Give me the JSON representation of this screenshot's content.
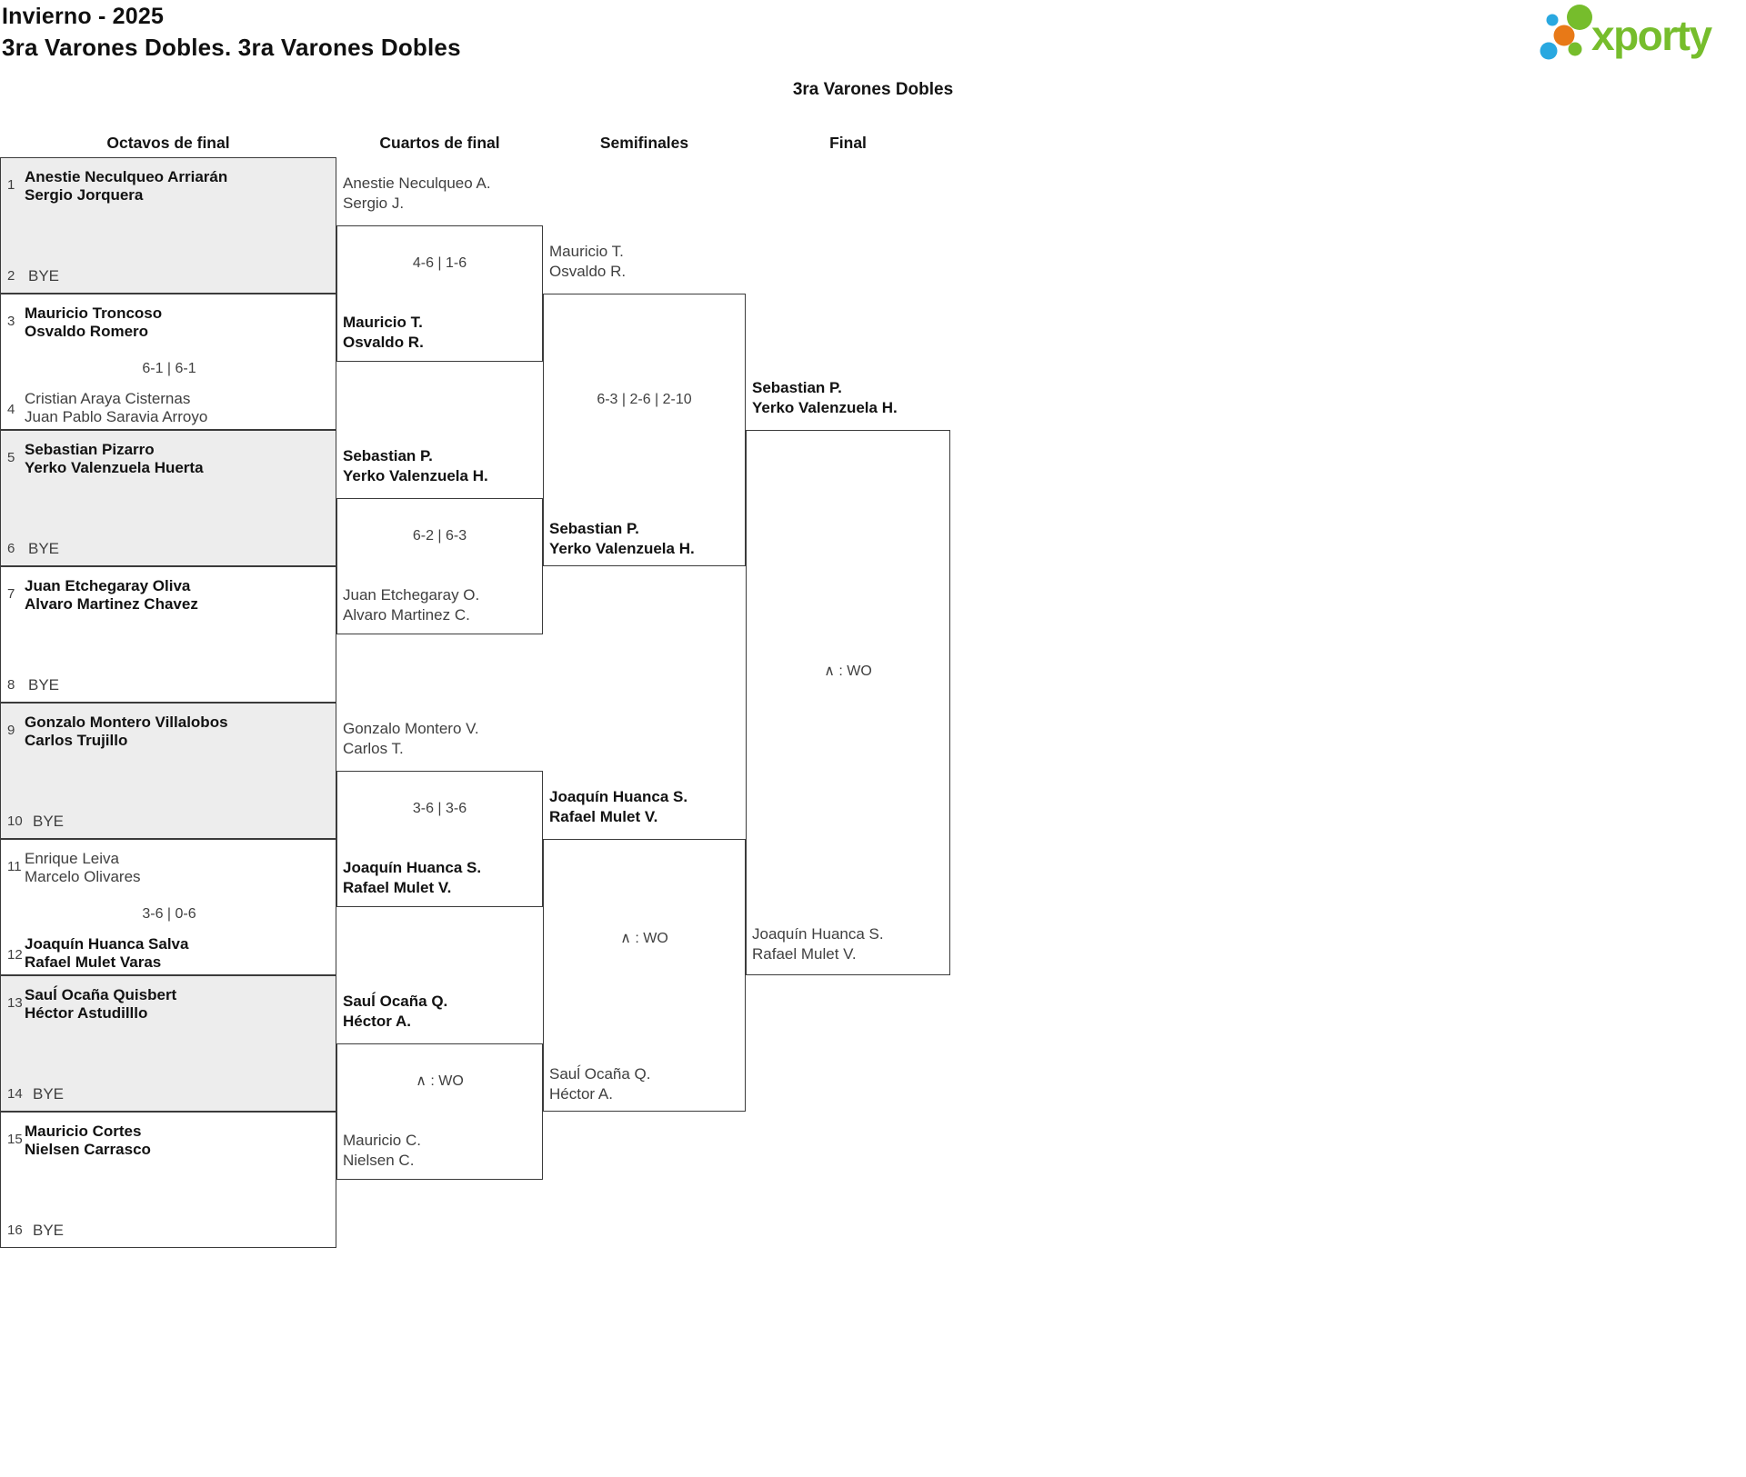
{
  "page_title": {
    "line1": "Invierno - 2025",
    "line2": "3ra Varones Dobles. 3ra Varones Dobles"
  },
  "logo": {
    "text": "xporty",
    "green": "#76bd2c",
    "orange": "#e87917",
    "blue": "#29a8e0"
  },
  "bracket": {
    "title": "3ra Varones Dobles",
    "rounds": [
      "Octavos de final",
      "Cuartos de final",
      "Semifinales",
      "Final"
    ],
    "r16": [
      {
        "seed_top": "1",
        "name_top1": "Anestie Neculqueo Arriarán",
        "name_top2": "Sergio Jorquera",
        "score": "",
        "seed_bot": "2",
        "name_bot1": "BYE",
        "name_bot2": ""
      },
      {
        "seed_top": "3",
        "name_top1": "Mauricio Troncoso",
        "name_top2": "Osvaldo Romero",
        "score": "6-1 | 6-1",
        "seed_bot": "4",
        "name_bot1": "Cristian Araya Cisternas",
        "name_bot2": "Juan Pablo Saravia Arroyo"
      },
      {
        "seed_top": "5",
        "name_top1": "Sebastian Pizarro",
        "name_top2": "Yerko Valenzuela Huerta",
        "score": "",
        "seed_bot": "6",
        "name_bot1": "BYE",
        "name_bot2": ""
      },
      {
        "seed_top": "7",
        "name_top1": "Juan Etchegaray Oliva",
        "name_top2": "Alvaro Martinez Chavez",
        "score": "",
        "seed_bot": "8",
        "name_bot1": "BYE",
        "name_bot2": ""
      },
      {
        "seed_top": "9",
        "name_top1": "Gonzalo Montero Villalobos",
        "name_top2": "Carlos Trujillo",
        "score": "",
        "seed_bot": "10",
        "name_bot1": "BYE",
        "name_bot2": ""
      },
      {
        "seed_top": "11",
        "name_top1": "Enrique Leiva",
        "name_top2": "Marcelo Olivares",
        "score": "3-6 | 0-6",
        "seed_bot": "12",
        "name_bot1": "Joaquín Huanca Salva",
        "name_bot2": "Rafael Mulet Varas"
      },
      {
        "seed_top": "13",
        "name_top1": "Sauĺ Ocaña Quisbert",
        "name_top2": "Héctor Astudilllo",
        "score": "",
        "seed_bot": "14",
        "name_bot1": "BYE",
        "name_bot2": ""
      },
      {
        "seed_top": "15",
        "name_top1": "Mauricio Cortes",
        "name_top2": "Nielsen Carrasco",
        "score": "",
        "seed_bot": "16",
        "name_bot1": "BYE",
        "name_bot2": ""
      }
    ],
    "qf": [
      {
        "name_top1": "Anestie Neculqueo A.",
        "name_top2": "Sergio J.",
        "score": "4-6 | 1-6",
        "name_bot1": "Mauricio T.",
        "name_bot2": "Osvaldo R."
      },
      {
        "name_top1": "Sebastian P.",
        "name_top2": "Yerko Valenzuela H.",
        "score": "6-2 | 6-3",
        "name_bot1": "Juan Etchegaray O.",
        "name_bot2": "Alvaro Martinez C."
      },
      {
        "name_top1": "Gonzalo Montero V.",
        "name_top2": "Carlos T.",
        "score": "3-6 | 3-6",
        "name_bot1": "Joaquín Huanca S.",
        "name_bot2": "Rafael Mulet V."
      },
      {
        "name_top1": "Sauĺ Ocaña Q.",
        "name_top2": "Héctor A.",
        "score": "∧ : WO",
        "name_bot1": "Mauricio C.",
        "name_bot2": "Nielsen C."
      }
    ],
    "sf": [
      {
        "name_top1": "Mauricio T.",
        "name_top2": "Osvaldo R.",
        "score": "6-3 | 2-6 | 2-10",
        "name_bot1": "Sebastian P.",
        "name_bot2": "Yerko Valenzuela H."
      },
      {
        "name_top1": "Joaquín Huanca S.",
        "name_top2": "Rafael Mulet V.",
        "score": "∧ : WO",
        "name_bot1": "Sauĺ Ocaña Q.",
        "name_bot2": "Héctor A."
      }
    ],
    "final": {
      "name_top1": "Sebastian P.",
      "name_top2": "Yerko Valenzuela H.",
      "score": "∧ : WO",
      "name_bot1": "Joaquín Huanca S.",
      "name_bot2": "Rafael Mulet V."
    }
  }
}
